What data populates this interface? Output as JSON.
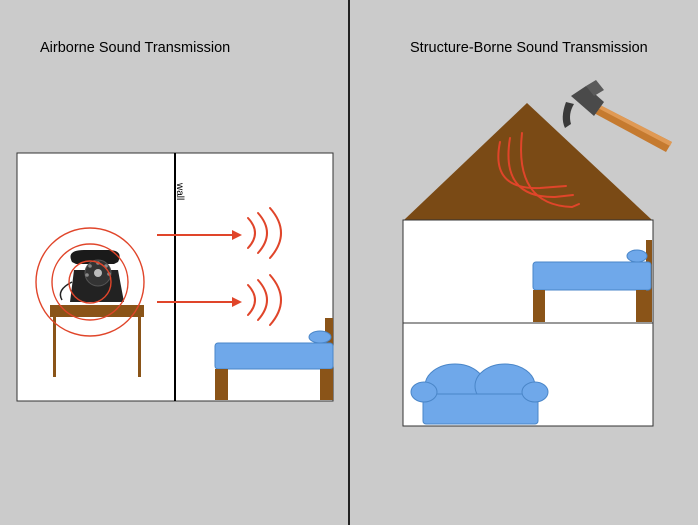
{
  "panels": {
    "left": {
      "title": "Airborne Sound Transmission",
      "wall_label": "wall"
    },
    "right": {
      "title": "Structure-Borne Sound Transmission"
    }
  },
  "icons": {
    "phone": "rotary-telephone-icon",
    "hammer": "hammer-icon",
    "bed": "bed-icon",
    "sofa": "sofa-icon",
    "table": "table-icon"
  },
  "colors": {
    "background": "#cbcbcb",
    "divider": "#222222",
    "sound_wave": "#e0452a",
    "furniture_blue": "#6fa8ea",
    "wood_brown": "#8a5418",
    "roof_brown": "#7a4a15"
  }
}
